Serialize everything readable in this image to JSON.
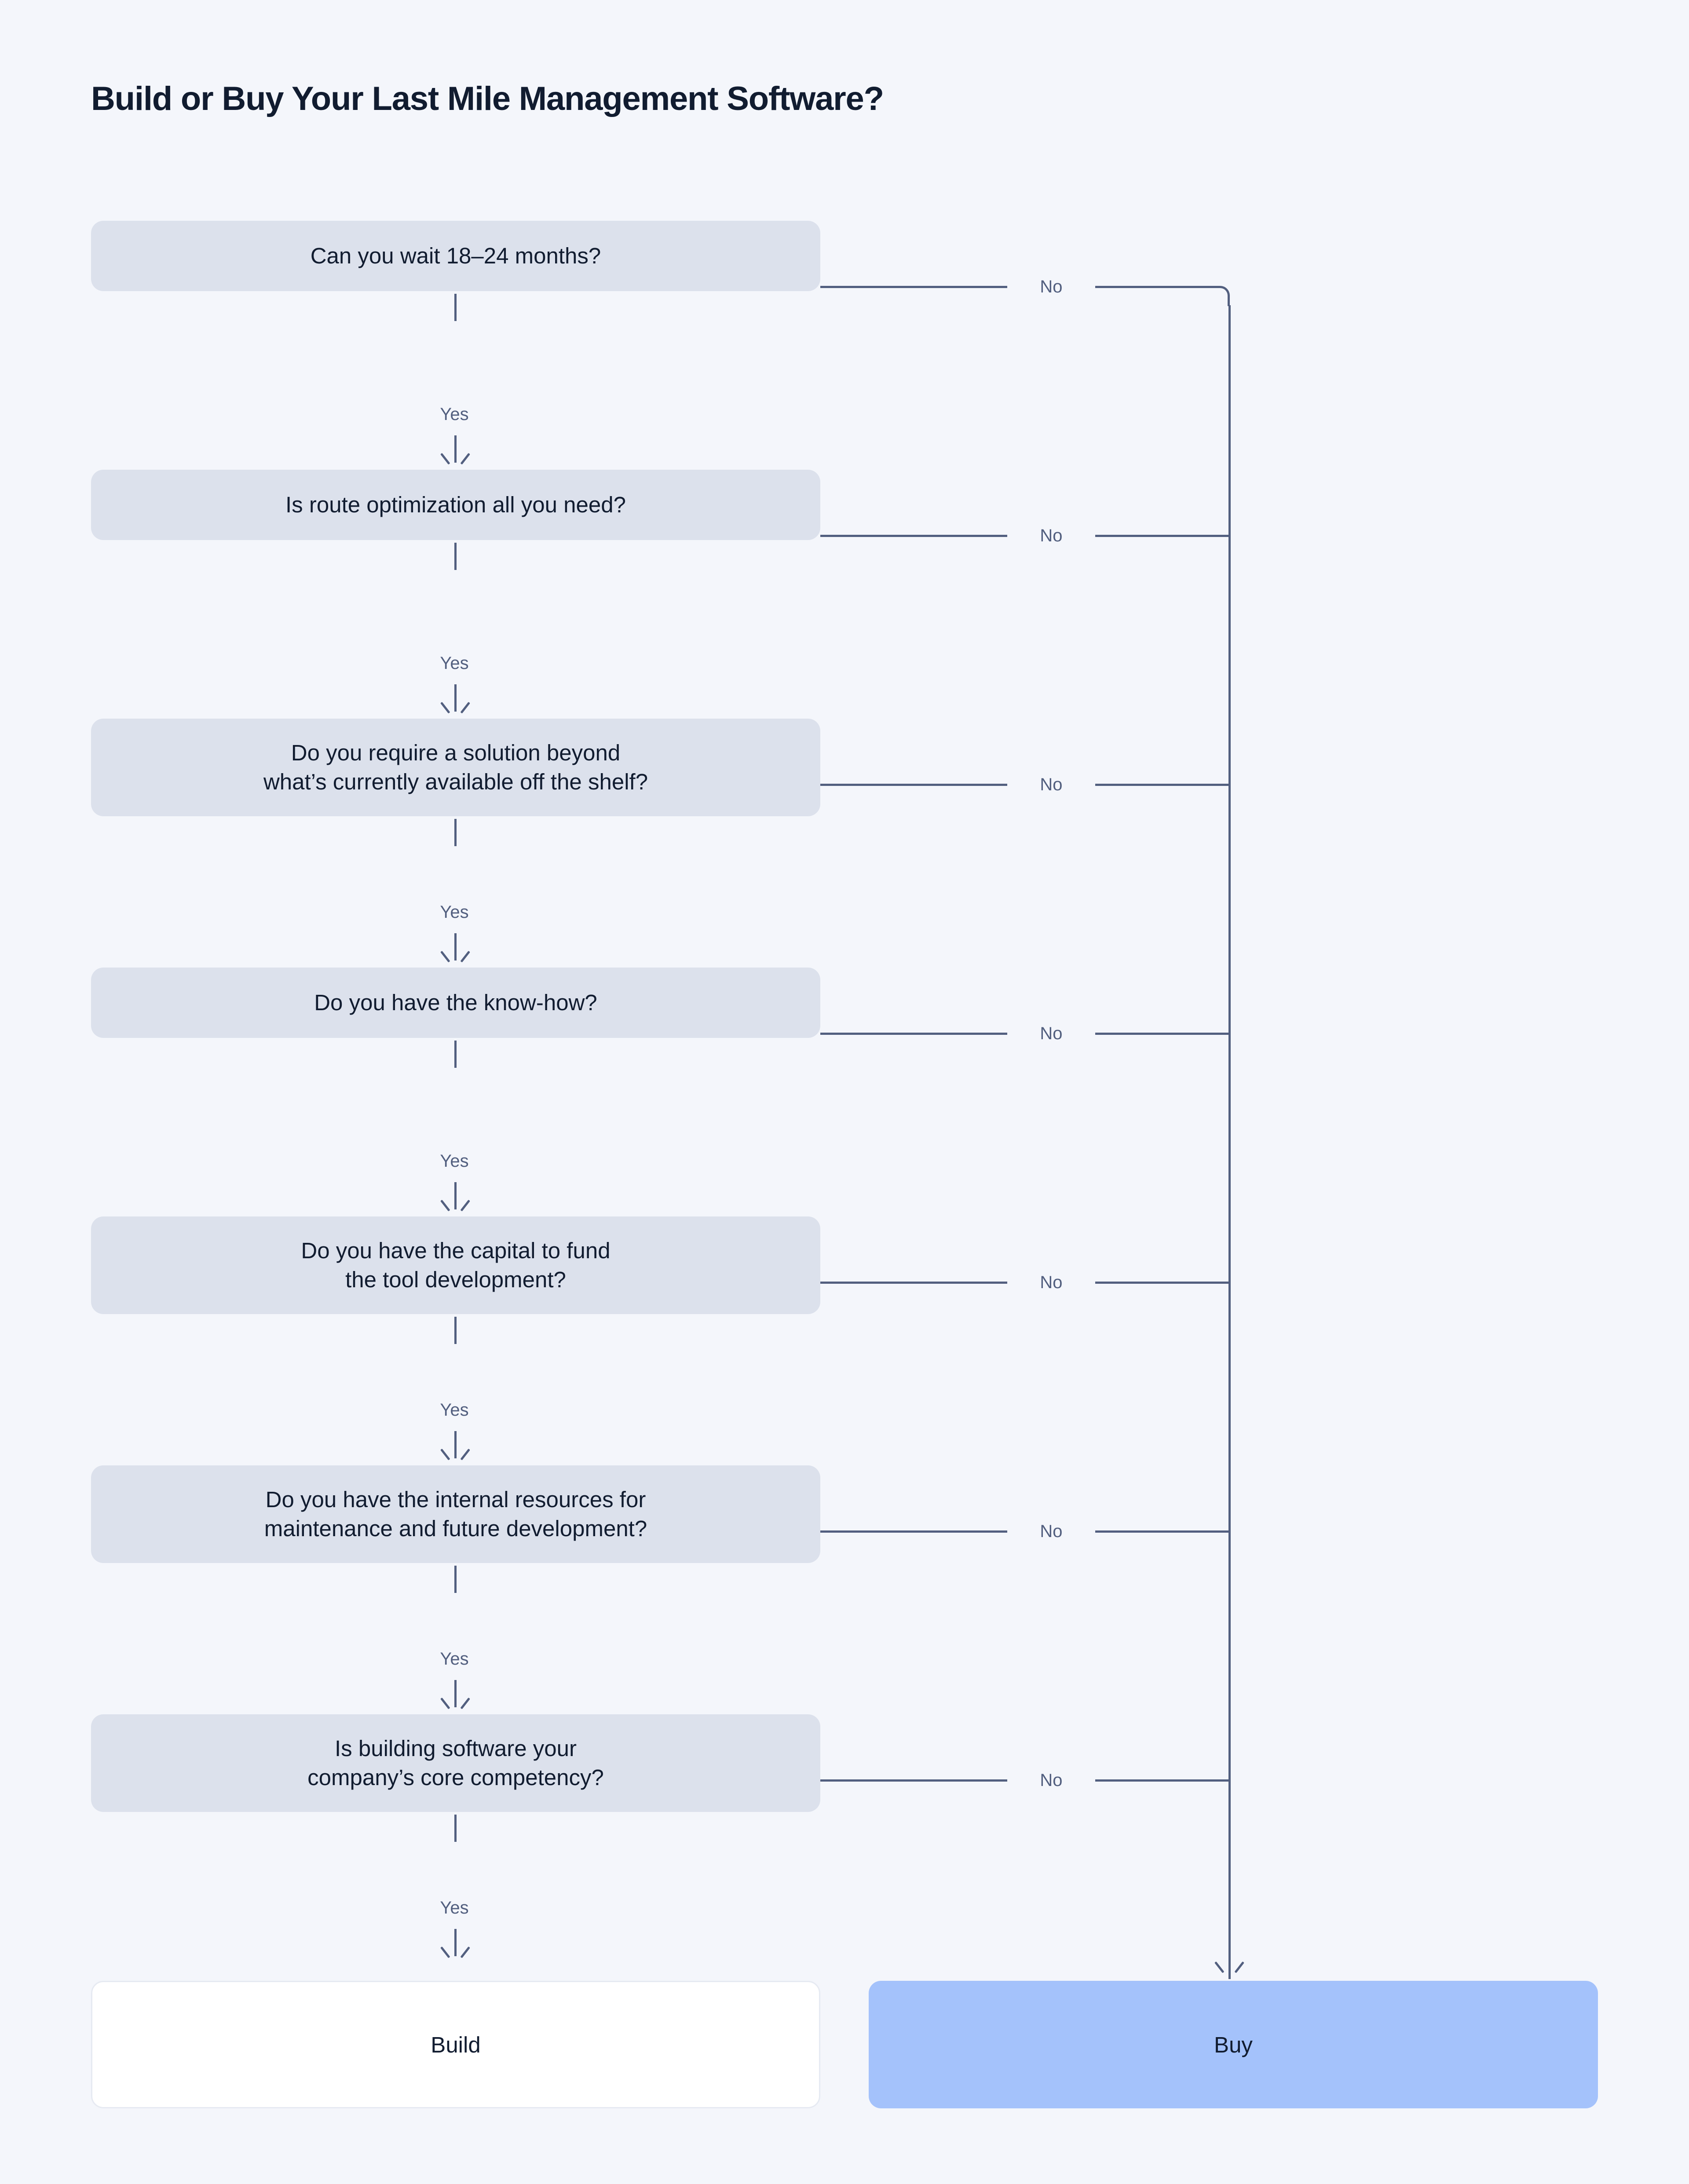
{
  "page": {
    "title": "Build or Buy Your Last Mile Management Software?",
    "background_color": "#f4f6fb"
  },
  "colors": {
    "decision_box_fill": "#dce1ec",
    "connector": "#525f7f",
    "text_dark": "#111c30",
    "build_box_fill": "#ffffff",
    "build_box_border": "#e6eaf2",
    "buy_box_fill": "#a4c2fb"
  },
  "flowchart": {
    "type": "decision-tree",
    "yes_label": "Yes",
    "no_label": "No",
    "decisions": [
      {
        "id": "wait",
        "line1": "Can you wait 18–24 months?",
        "line2": ""
      },
      {
        "id": "route-opt",
        "line1": "Is route optimization all you need?",
        "line2": ""
      },
      {
        "id": "beyond-shelf",
        "line1": "Do you require a solution beyond",
        "line2": "what’s currently available off the shelf?"
      },
      {
        "id": "know-how",
        "line1": "Do you have the know-how?",
        "line2": ""
      },
      {
        "id": "capital",
        "line1": "Do you have the capital to fund",
        "line2": "the tool development?"
      },
      {
        "id": "resources",
        "line1": "Do you have the internal resources for",
        "line2": "maintenance and future development?"
      },
      {
        "id": "core-comp",
        "line1": "Is building software your",
        "line2": "company’s core competency?"
      }
    ],
    "outcomes": {
      "build": "Build",
      "buy": "Buy"
    },
    "edge_labels": {
      "yes": [
        "Yes",
        "Yes",
        "Yes",
        "Yes",
        "Yes",
        "Yes",
        "Yes"
      ],
      "no": [
        "No",
        "No",
        "No",
        "No",
        "No",
        "No",
        "No"
      ]
    }
  }
}
